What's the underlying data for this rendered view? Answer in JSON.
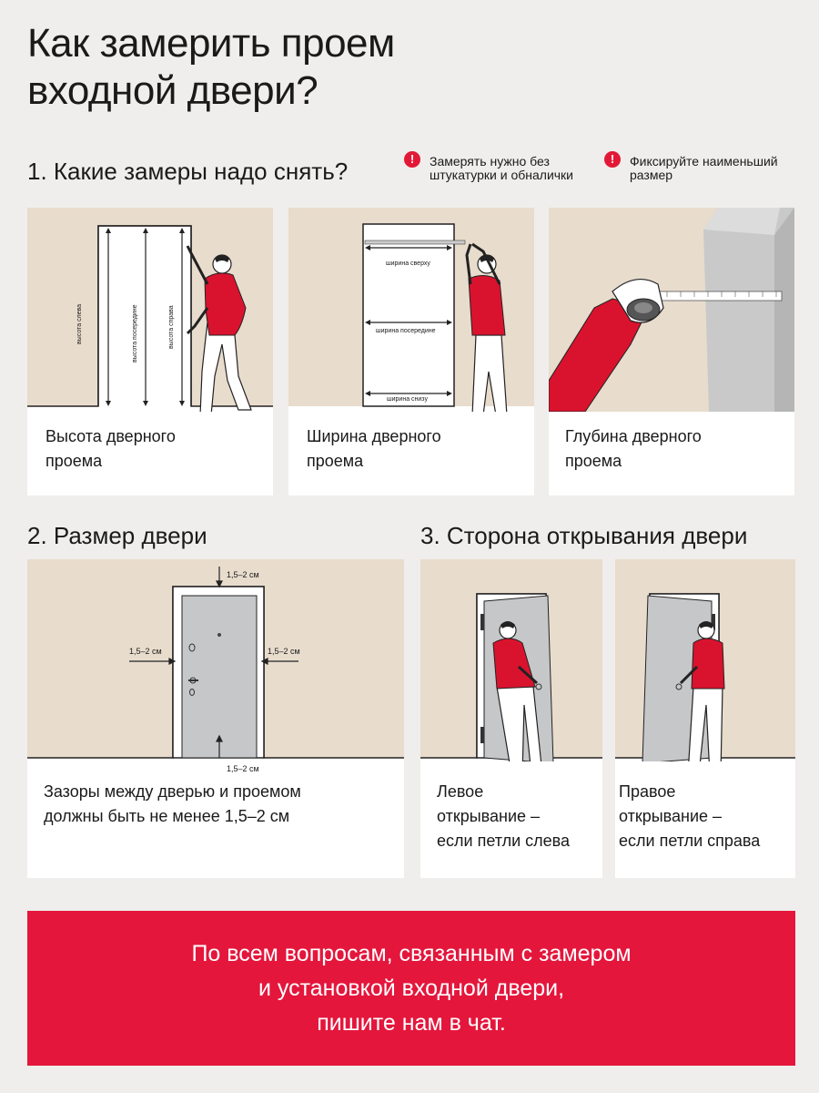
{
  "title_line1": "Как замерить проем",
  "title_line2": "входной двери?",
  "section1": {
    "heading": "1. Какие замеры надо снять?",
    "notes": [
      {
        "icon": "warning-icon",
        "line1": "Замерять нужно без",
        "line2": "штукатурки и обналички"
      },
      {
        "icon": "warning-icon",
        "line1": "Фиксируйте наименьший",
        "line2": "размер"
      }
    ],
    "cards": [
      {
        "line1": "Высота дверного",
        "line2": "проема",
        "labels": [
          "высота слева",
          "высота посередине",
          "высота справа"
        ]
      },
      {
        "line1": "Ширина дверного",
        "line2": "проема",
        "labels": [
          "ширина сверху",
          "ширина посередине",
          "ширина снизу"
        ]
      },
      {
        "line1": "Глубина дверного",
        "line2": "проема"
      }
    ]
  },
  "section2": {
    "heading": "2. Размер двери",
    "gap_label": "1,5–2 см",
    "caption_line1": "Зазоры между дверью и проемом",
    "caption_line2": "должны быть не менее 1,5–2 см"
  },
  "section3": {
    "heading": "3. Сторона открывания двери",
    "left": {
      "line1": "Левое",
      "line2": "открывание –",
      "line3": "если петли слева"
    },
    "right": {
      "line1": "Правое",
      "line2": "открывание –",
      "line3": "если петли справа"
    }
  },
  "banner": {
    "line1": "По всем вопросам, связанным с замером",
    "line2": "и установкой входной двери,",
    "line3": "пишите нам в чат."
  },
  "colors": {
    "accent": "#e4163c",
    "wall": "#e8dccd",
    "shirt": "#d9132e"
  }
}
